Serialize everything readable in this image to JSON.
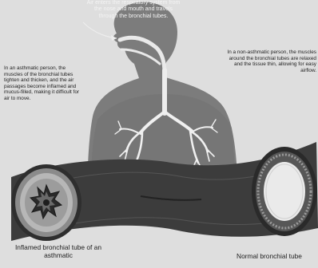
{
  "diagram": {
    "top_caption": "Air enters the respiratory system from the nose and mouth and travels through the bronchial tubes.",
    "left_caption": "In an asthmatic person, the muscles of the bronchial tubes tighten and thicken, and the air passages become inflamed and mucus-filled, making it difficult for air to move.",
    "right_caption": "In a non-asthmatic person, the muscles around the bronchial tubes are relaxed and the tissue thin, allowing for easy airflow.",
    "inflamed_tube_label": "Inflamed bronchial tube of an asthmatic",
    "normal_tube_label": "Normal bronchial tube"
  },
  "colors": {
    "background": "#dedede",
    "silhouette": "#7c7c7c",
    "tube": "#3a3a3a",
    "airway": "#f2f2f2",
    "text": "#1e1e1e"
  }
}
